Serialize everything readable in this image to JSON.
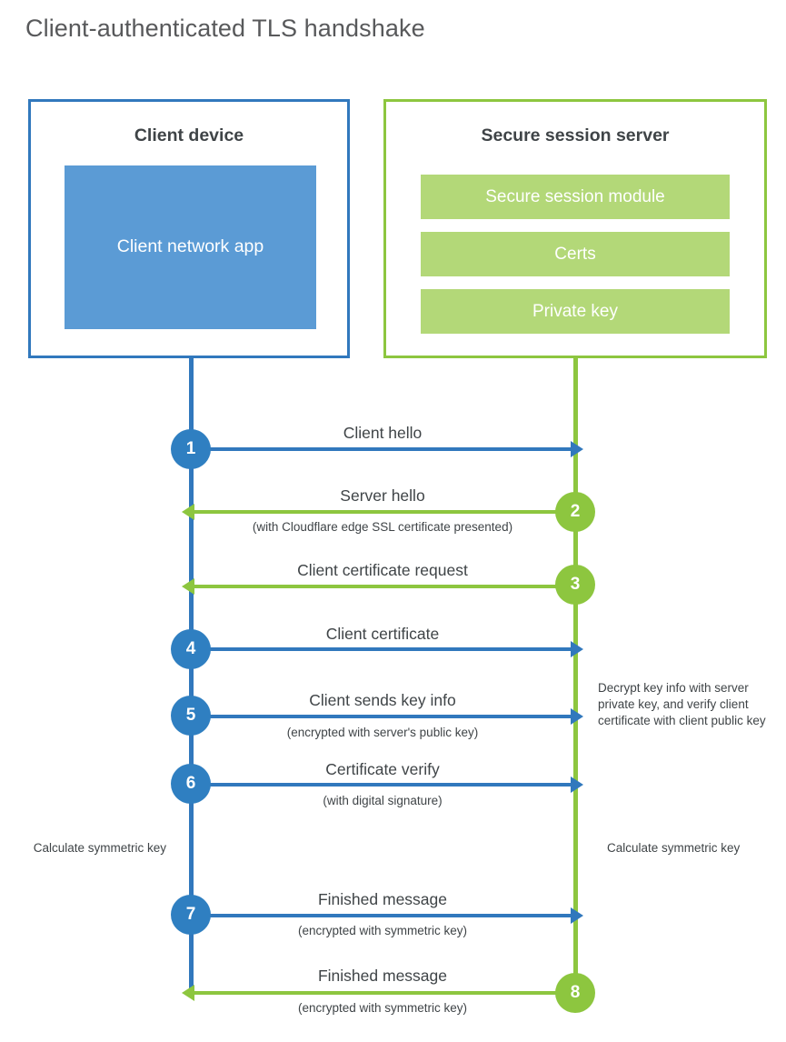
{
  "title": "Client-authenticated TLS handshake",
  "colors": {
    "client_blue": "#3178bd",
    "client_app_blue": "#5b9bd5",
    "server_green": "#8dc63f",
    "server_bar_green": "#b3d878",
    "text_dark": "#3f4447",
    "title_gray": "#58595b"
  },
  "client": {
    "title": "Client device",
    "app_label": "Client network app"
  },
  "server": {
    "title": "Secure session server",
    "components": [
      {
        "label": "Secure session module"
      },
      {
        "label": "Certs"
      },
      {
        "label": "Private key"
      }
    ]
  },
  "steps": [
    {
      "number": "1",
      "label": "Client hello",
      "sublabel": "",
      "direction": "client-to-server",
      "color": "blue"
    },
    {
      "number": "2",
      "label": "Server hello",
      "sublabel": "(with Cloudflare edge SSL certificate presented)",
      "direction": "server-to-client",
      "color": "green"
    },
    {
      "number": "3",
      "label": "Client certificate request",
      "sublabel": "",
      "direction": "server-to-client",
      "color": "green"
    },
    {
      "number": "4",
      "label": "Client certificate",
      "sublabel": "",
      "direction": "client-to-server",
      "color": "blue"
    },
    {
      "number": "5",
      "label": "Client sends key info",
      "sublabel": "(encrypted with server's public key)",
      "direction": "client-to-server",
      "color": "blue"
    },
    {
      "number": "6",
      "label": "Certificate verify",
      "sublabel": "(with digital signature)",
      "direction": "client-to-server",
      "color": "blue"
    },
    {
      "number": "7",
      "label": "Finished message",
      "sublabel": "(encrypted with symmetric key)",
      "direction": "client-to-server",
      "color": "blue"
    },
    {
      "number": "8",
      "label": "Finished message",
      "sublabel": "(encrypted with symmetric key)",
      "direction": "server-to-client",
      "color": "green"
    }
  ],
  "notes": {
    "server_decrypt": "Decrypt key info with server private key, and verify client certificate with client public key",
    "client_symmetric_key": "Calculate symmetric key",
    "server_symmetric_key": "Calculate symmetric key"
  }
}
